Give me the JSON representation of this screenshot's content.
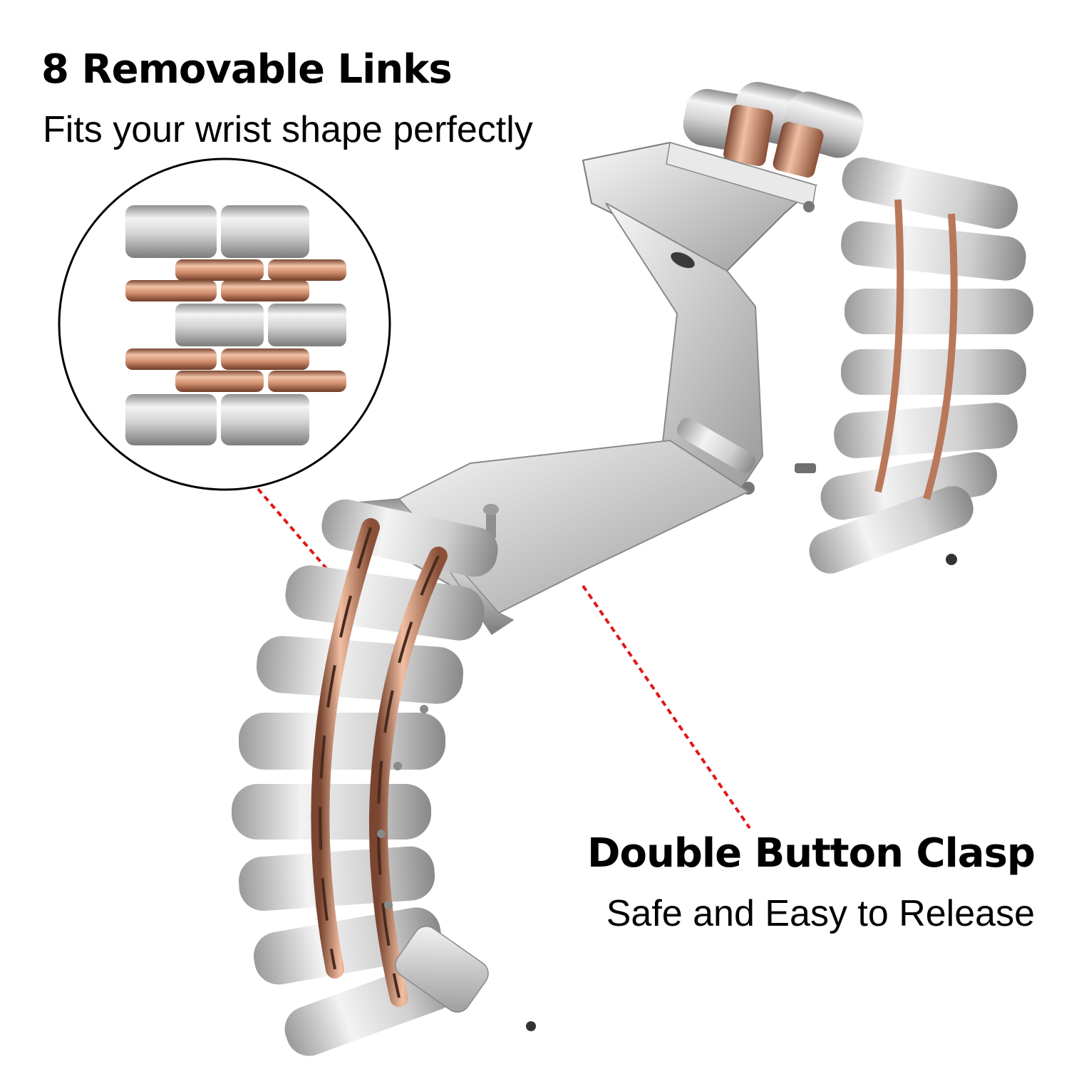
{
  "callout_top": {
    "title": "8 Removable Links",
    "subtitle": "Fits your wrist shape perfectly"
  },
  "callout_bottom": {
    "title": "Double Button Clasp",
    "subtitle": "Safe and Easy to Release"
  },
  "colors": {
    "silver": "#c9c9c9",
    "silver_light": "#f1f1f1",
    "silver_dark": "#8a8a8a",
    "rose_gold": "#d99a7a",
    "rose_gold_dark": "#8e5a43",
    "leader_line": "#e01818",
    "circle_outline": "#000000"
  },
  "icons": {
    "zoom_view": "link-detail-magnifier",
    "product": "watch-band-metal"
  }
}
